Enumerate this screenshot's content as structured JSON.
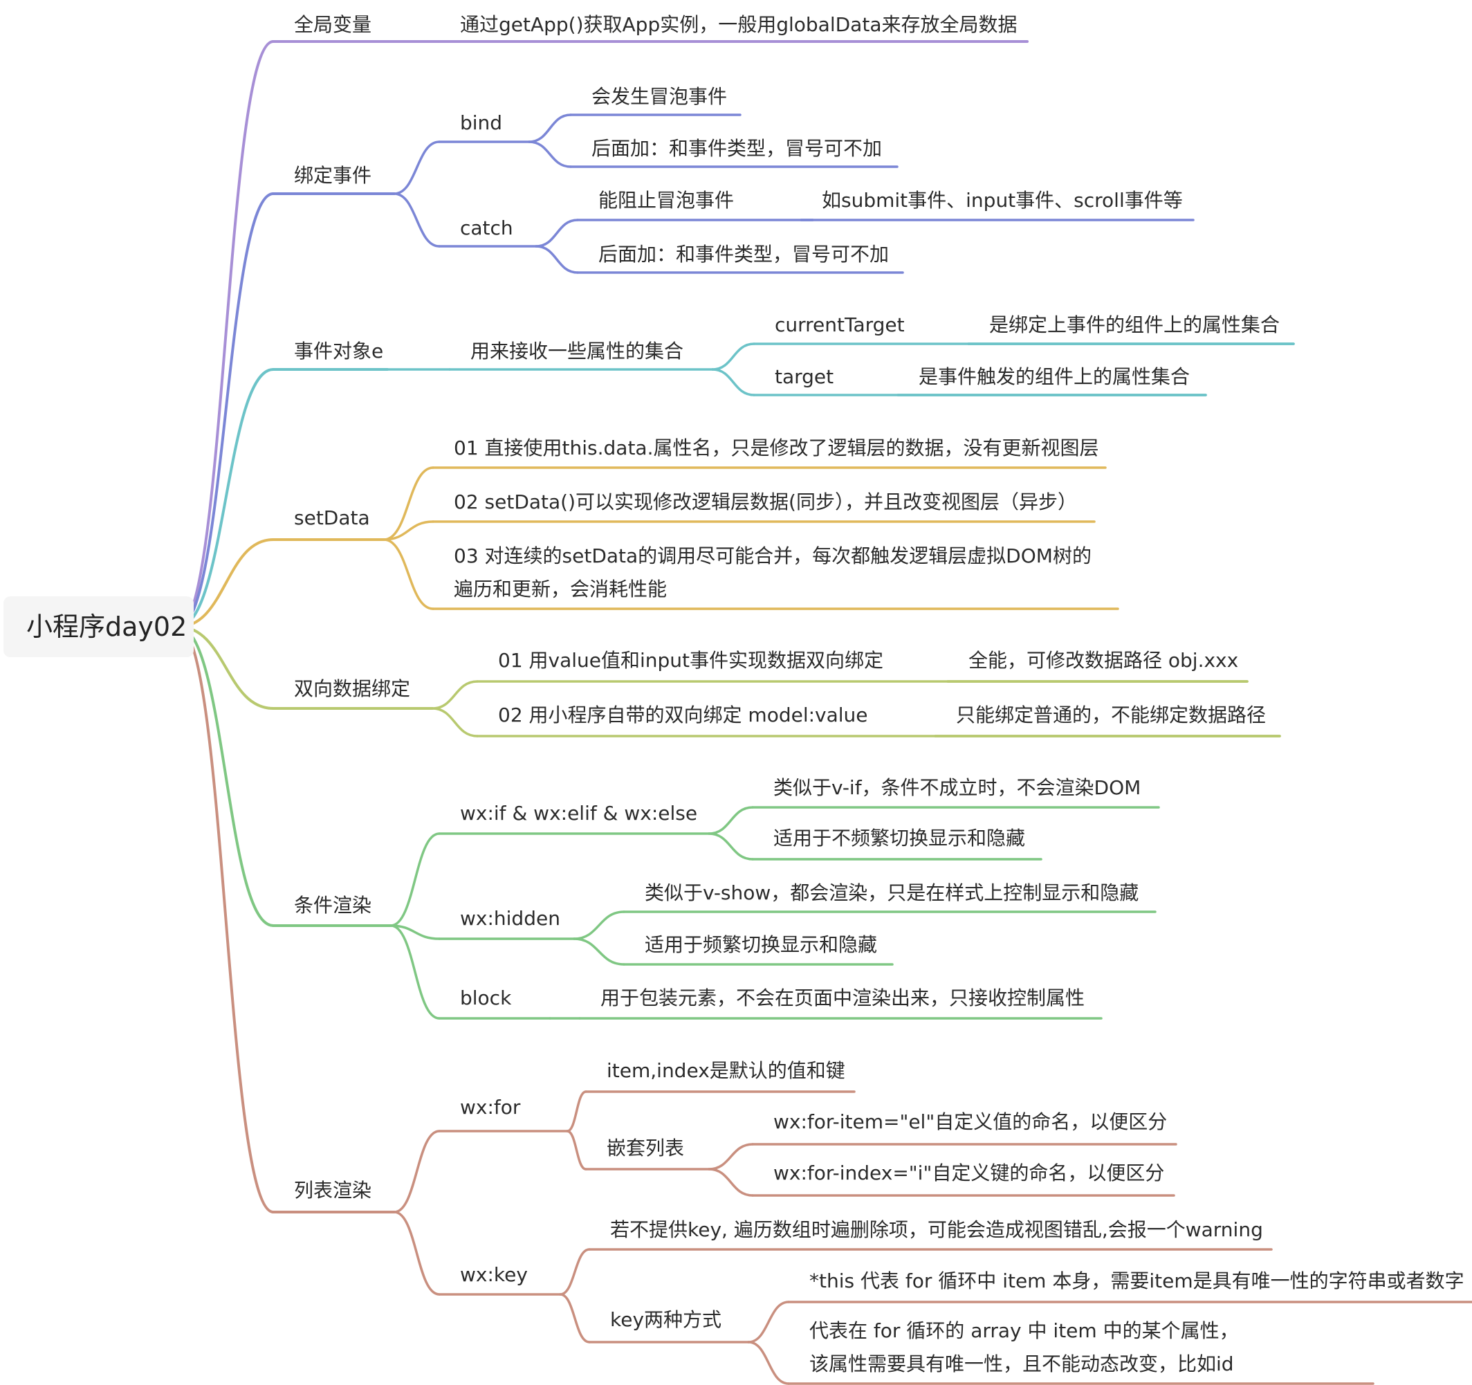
{
  "root": {
    "label": "小程序day02"
  },
  "colors": {
    "global": "#a78fd6",
    "bind": "#7b86d6",
    "event": "#6cc3c8",
    "setData": "#e0b85a",
    "twoWay": "#b8c96f",
    "cond": "#7fc783",
    "list": "#c98f7f"
  },
  "branches": [
    {
      "label": "全局变量",
      "children": [
        {
          "label": "通过getApp()获取App实例，一般用globalData来存放全局数据"
        }
      ]
    },
    {
      "label": "绑定事件",
      "children": [
        {
          "label": "bind",
          "children": [
            {
              "label": "会发生冒泡事件"
            },
            {
              "label": "后面加：和事件类型，冒号可不加"
            }
          ]
        },
        {
          "label": "catch",
          "children": [
            {
              "label": "能阻止冒泡事件",
              "children": [
                {
                  "label": "如submit事件、input事件、scroll事件等"
                }
              ]
            },
            {
              "label": "后面加：和事件类型，冒号可不加"
            }
          ]
        }
      ]
    },
    {
      "label": "事件对象e",
      "children": [
        {
          "label": "用来接收一些属性的集合",
          "children": [
            {
              "label": "currentTarget",
              "children": [
                {
                  "label": "是绑定上事件的组件上的属性集合"
                }
              ]
            },
            {
              "label": "target",
              "children": [
                {
                  "label": "是事件触发的组件上的属性集合"
                }
              ]
            }
          ]
        }
      ]
    },
    {
      "label": "setData",
      "children": [
        {
          "label": "01 直接使用this.data.属性名，只是修改了逻辑层的数据，没有更新视图层"
        },
        {
          "label": "02 setData()可以实现修改逻辑层数据(同步），并且改变视图层（异步）"
        },
        {
          "label": "03 对连续的setData的调用尽可能合并，每次都触发逻辑层虚拟DOM树的",
          "label2": "遍历和更新，会消耗性能"
        }
      ]
    },
    {
      "label": "双向数据绑定",
      "children": [
        {
          "label": "01 用value值和input事件实现数据双向绑定",
          "children": [
            {
              "label": "全能，可修改数据路径 obj.xxx"
            }
          ]
        },
        {
          "label": "02 用小程序自带的双向绑定 model:value",
          "children": [
            {
              "label": "只能绑定普通的，不能绑定数据路径"
            }
          ]
        }
      ]
    },
    {
      "label": "条件渲染",
      "children": [
        {
          "label": "wx:if & wx:elif & wx:else",
          "children": [
            {
              "label": "类似于v-if，条件不成立时，不会渲染DOM"
            },
            {
              "label": "适用于不频繁切换显示和隐藏"
            }
          ]
        },
        {
          "label": "wx:hidden",
          "children": [
            {
              "label": "类似于v-show，都会渲染，只是在样式上控制显示和隐藏"
            },
            {
              "label": "适用于频繁切换显示和隐藏"
            }
          ]
        },
        {
          "label": "block",
          "children": [
            {
              "label": "用于包装元素，不会在页面中渲染出来，只接收控制属性"
            }
          ]
        }
      ]
    },
    {
      "label": "列表渲染",
      "children": [
        {
          "label": "wx:for",
          "children": [
            {
              "label": "item,index是默认的值和键"
            },
            {
              "label": "嵌套列表",
              "children": [
                {
                  "label": "wx:for-item=\"el\"自定义值的命名，以便区分"
                },
                {
                  "label": "wx:for-index=\"i\"自定义键的命名，以便区分"
                }
              ]
            }
          ]
        },
        {
          "label": "wx:key",
          "children": [
            {
              "label": "若不提供key, 遍历数组时遍删除项，可能会造成视图错乱,会报一个warning"
            },
            {
              "label": "key两种方式",
              "children": [
                {
                  "label": "*this 代表 for 循环中 item 本身，需要item是具有唯一性的字符串或者数字"
                },
                {
                  "label": "代表在 for 循环的 array 中 item 中的某个属性，",
                  "label2": "该属性需要具有唯一性，且不能动态改变，比如id"
                }
              ]
            }
          ]
        }
      ]
    }
  ]
}
